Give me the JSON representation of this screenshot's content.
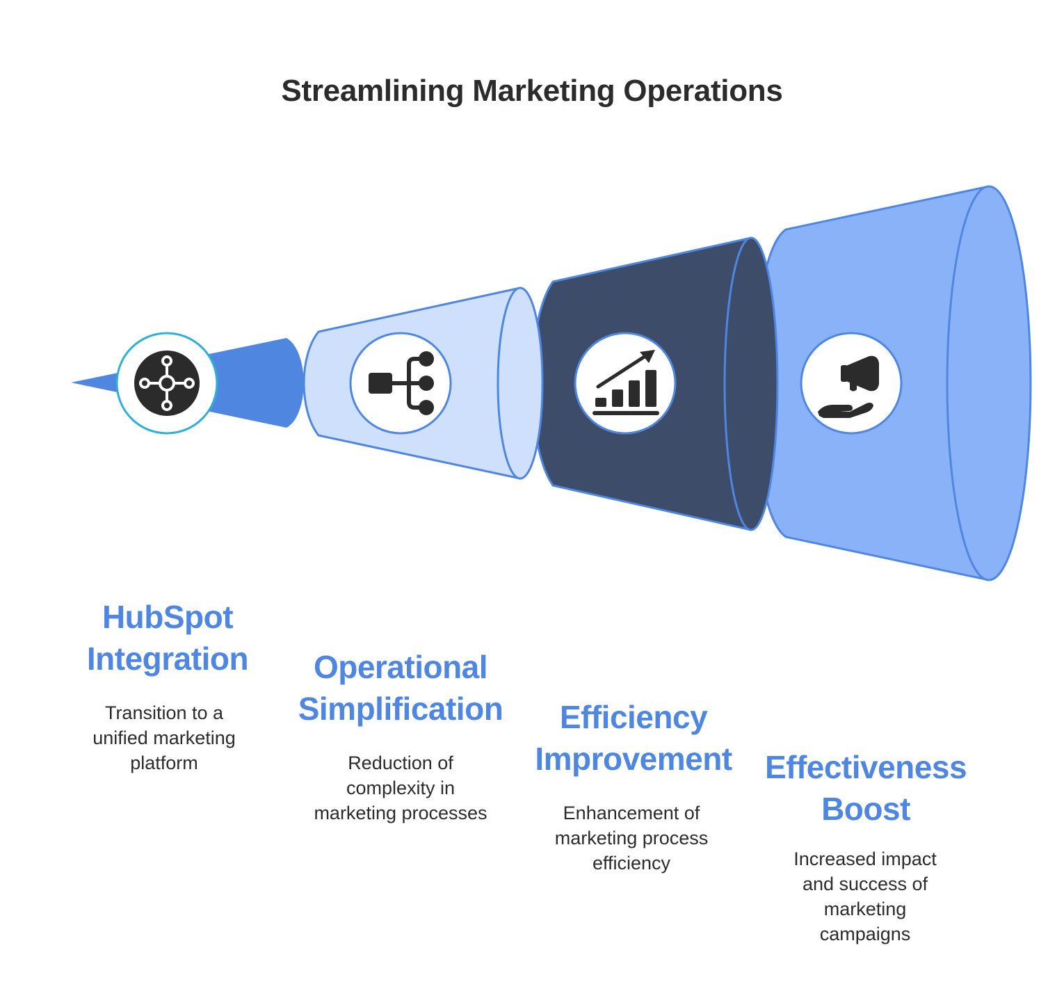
{
  "title": "Streamlining Marketing Operations",
  "colors": {
    "accent_blue": "#4f87e0",
    "light_blue": "#cfe0fc",
    "dark_navy": "#3d4d69",
    "mid_blue": "#8ab2f9",
    "teal_ring": "#2eb0d6",
    "text_dark": "#2b2b2b"
  },
  "steps": [
    {
      "title_line1": "HubSpot",
      "title_line2": "Integration",
      "desc_line1": "Transition to a",
      "desc_line2": "unified marketing",
      "desc_line3": "platform",
      "icon": "hub-network-icon"
    },
    {
      "title_line1": "Operational",
      "title_line2": "Simplification",
      "desc_line1": "Reduction of",
      "desc_line2": "complexity in",
      "desc_line3": "marketing processes",
      "icon": "flow-branch-icon"
    },
    {
      "title_line1": "Efficiency",
      "title_line2": "Improvement",
      "desc_line1": "Enhancement of",
      "desc_line2": "marketing process",
      "desc_line3": "efficiency",
      "icon": "growth-chart-icon"
    },
    {
      "title_line1": "Effectiveness",
      "title_line2": "Boost",
      "desc_line1": "Increased impact",
      "desc_line2": "and success of",
      "desc_line3": "marketing",
      "desc_line4": "campaigns",
      "icon": "megaphone-hand-icon"
    }
  ]
}
